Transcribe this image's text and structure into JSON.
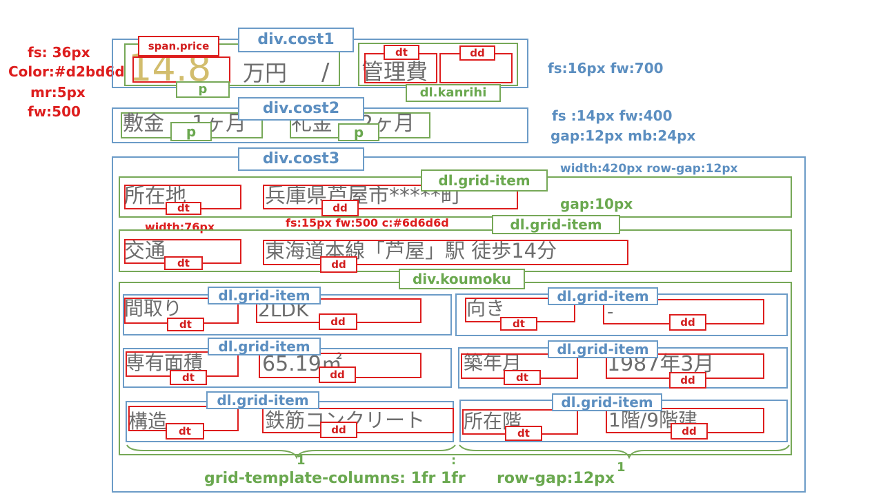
{
  "left_notes": {
    "fs": "fs: 36px",
    "color": "Color:#d2bd6d",
    "mr": "mr:5px",
    "fw": "fw:500"
  },
  "cost1": {
    "label": "div.cost1",
    "price_label": "span.price",
    "p_label": "p",
    "price_value": "14.8",
    "unit_text": "万円",
    "slash": "/",
    "kanrihi_text": "管理費",
    "dt_label": "dt",
    "dd_label": "dd",
    "kanrihi_label": "dl.kanrihi",
    "note": "fs:16px  fw:700"
  },
  "cost2": {
    "label": "div.cost2",
    "shikikin_text": "敷金",
    "shikikin_value": "1ヶ月",
    "reikin_text": "礼金",
    "reikin_value": "2ヶ月",
    "p_label": "p",
    "note1": "fs  :14px   fw:400",
    "note2": "gap:12px  mb:24px"
  },
  "cost3": {
    "label": "div.cost3",
    "note_width": "width:420px  row-gap:12px",
    "note_gap": "gap:10px",
    "dt_width_note": "width:76px",
    "dd_style_note": "fs:15px  fw:500 c:#6d6d6d",
    "grid_item_label": "dl.grid-item",
    "dt_label": "dt",
    "dd_label": "dd",
    "location": {
      "dt": "所在地",
      "dd": "兵庫県芦屋市*****町"
    },
    "access": {
      "dt": "交通",
      "dd": "東海道本線「芦屋」駅 徒歩14分"
    }
  },
  "koumoku": {
    "label": "div.koumoku",
    "items": [
      {
        "dt": "間取り",
        "dd": "2LDK"
      },
      {
        "dt": "向き",
        "dd": "-"
      },
      {
        "dt": "専有面積",
        "dd": "65.19㎡"
      },
      {
        "dt": "築年月",
        "dd": "1987年3月"
      },
      {
        "dt": "構造",
        "dd": "鉄筋コンクリート"
      },
      {
        "dt": "所在階",
        "dd": "1階/9階建"
      }
    ],
    "fr_left": "1",
    "colon": ":",
    "fr_right": "1",
    "grid_note": "grid-template-columns: 1fr 1fr",
    "row_gap_note": "row-gap:12px"
  }
}
